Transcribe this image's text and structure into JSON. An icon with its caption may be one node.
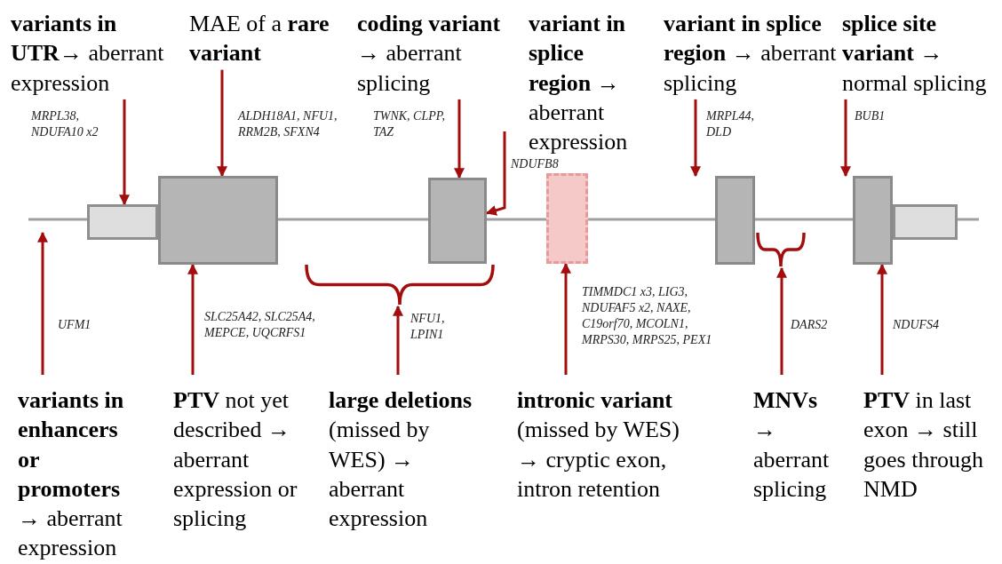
{
  "diagram": {
    "nodes": [
      {
        "text": [],
        "shape": "box"
      },
      {
        "text": [],
        "shape": "box"
      },
      {
        "text": [],
        "shape": "box"
      },
      {
        "text": [],
        "shape": "box"
      },
      {
        "text": [],
        "shape": "box"
      },
      {
        "text": [],
        "shape": "box"
      },
      {
        "text": [],
        "shape": "box"
      },
      {
        "text": [
          "**variants in UTR**→ aberrant expression"
        ]
      },
      {
        "text": [
          "MAE of a **rare variant**"
        ]
      },
      {
        "text": [
          "**coding variant** → aberrant splicing"
        ]
      },
      {
        "text": [
          "**variant in splice region** → aberrant expression"
        ]
      },
      {
        "text": [
          "**variant in splice region** → aberrant splicing"
        ]
      },
      {
        "text": [
          "**splice site variant** → normal splicing"
        ]
      },
      {
        "text": [
          "**variants in enhancers or promoters** → aberrant expression"
        ]
      },
      {
        "text": [
          "**PTV** not yet described → aberrant expression or splicing"
        ]
      },
      {
        "text": [
          "**large deletions** (missed by WES) → aberrant expression"
        ]
      },
      {
        "text": [
          "**intronic variant** (missed by WES) → cryptic exon, intron retention"
        ]
      },
      {
        "text": [
          "**MNVs** → aberrant splicing"
        ]
      },
      {
        "text": [
          "**PTV** in last exon → still goes through NMD"
        ]
      },
      {
        "text": [],
        "shape": "brace"
      },
      {
        "text": [],
        "shape": "brace"
      }
    ],
    "edges": [
      {
        "from": 7,
        "to": 0,
        "arrow": "to"
      },
      {
        "from": 8,
        "to": 1,
        "arrow": "to"
      },
      {
        "from": 9,
        "to": 2,
        "arrow": "to"
      },
      {
        "from": 10,
        "to": 2,
        "arrow": "to"
      },
      {
        "from": 11,
        "to": 4,
        "arrow": "to"
      },
      {
        "from": 12,
        "to": 5,
        "arrow": "to"
      },
      {
        "from": 13,
        "to": null,
        "arrow": "to"
      },
      {
        "from": 14,
        "to": 1,
        "arrow": "to"
      },
      {
        "from": 15,
        "to": 19,
        "arrow": "to"
      },
      {
        "from": 16,
        "to": 3,
        "arrow": "to"
      },
      {
        "from": 17,
        "to": 20,
        "arrow": "to"
      },
      {
        "from": 18,
        "to": 5,
        "arrow": "to"
      }
    ],
    "labels": [
      "MRPL38, NDUFA10 x2",
      "ALDH18A1, NFU1, RRM2B, SFXN4",
      "TWNK, CLPP, TAZ",
      "MRPL44, DLD",
      "BUB1",
      "NDUFB8",
      "UFM1",
      "SLC25A42, SLC25A4, MEPCE, UQCRFS1",
      "NFU1, LPIN1",
      "TIMMDC1 x3, LIG3, NDUFAF5 x2, NAXE, C19orf70, MCOLN1, MRPS30, MRPS25, PEX1",
      "DARS2",
      "NDUFS4"
    ]
  }
}
